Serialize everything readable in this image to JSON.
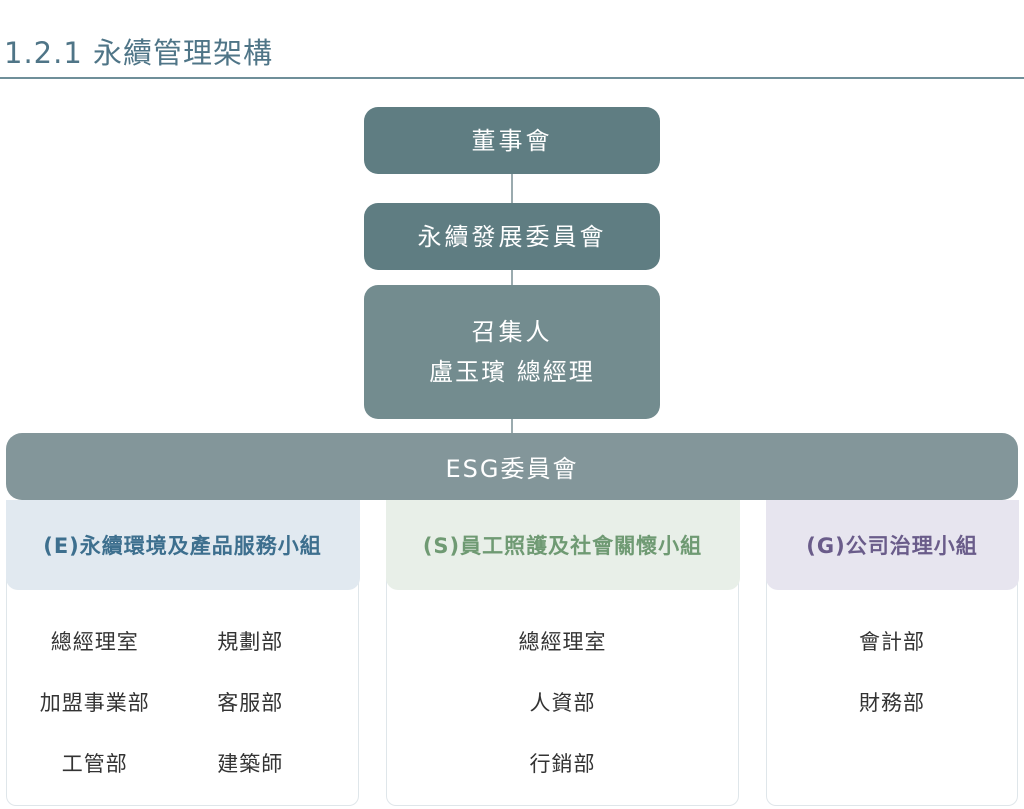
{
  "title": "1.2.1 永續管理架構",
  "hierarchy": {
    "board": "董事會",
    "committee": "永續發展委員會",
    "convener_role": "召集人",
    "convener_name": "盧玉璸 總經理",
    "esg": "ESG委員會"
  },
  "groups": [
    {
      "title": "(E)永續環境及產品服務小組",
      "color": "#3d6f8e",
      "bg": "#e1e9f0",
      "items": [
        "總經理室",
        "規劃部",
        "加盟事業部",
        "客服部",
        "工管部",
        "建築師"
      ]
    },
    {
      "title": "(S)員工照護及社會關懷小組",
      "color": "#6f9a73",
      "bg": "#e8efe8",
      "items": [
        "總經理室",
        "人資部",
        "行銷部"
      ]
    },
    {
      "title": "(G)公司治理小組",
      "color": "#6a5c8a",
      "bg": "#e7e5ef",
      "items": [
        "會計部",
        "財務部"
      ]
    }
  ]
}
